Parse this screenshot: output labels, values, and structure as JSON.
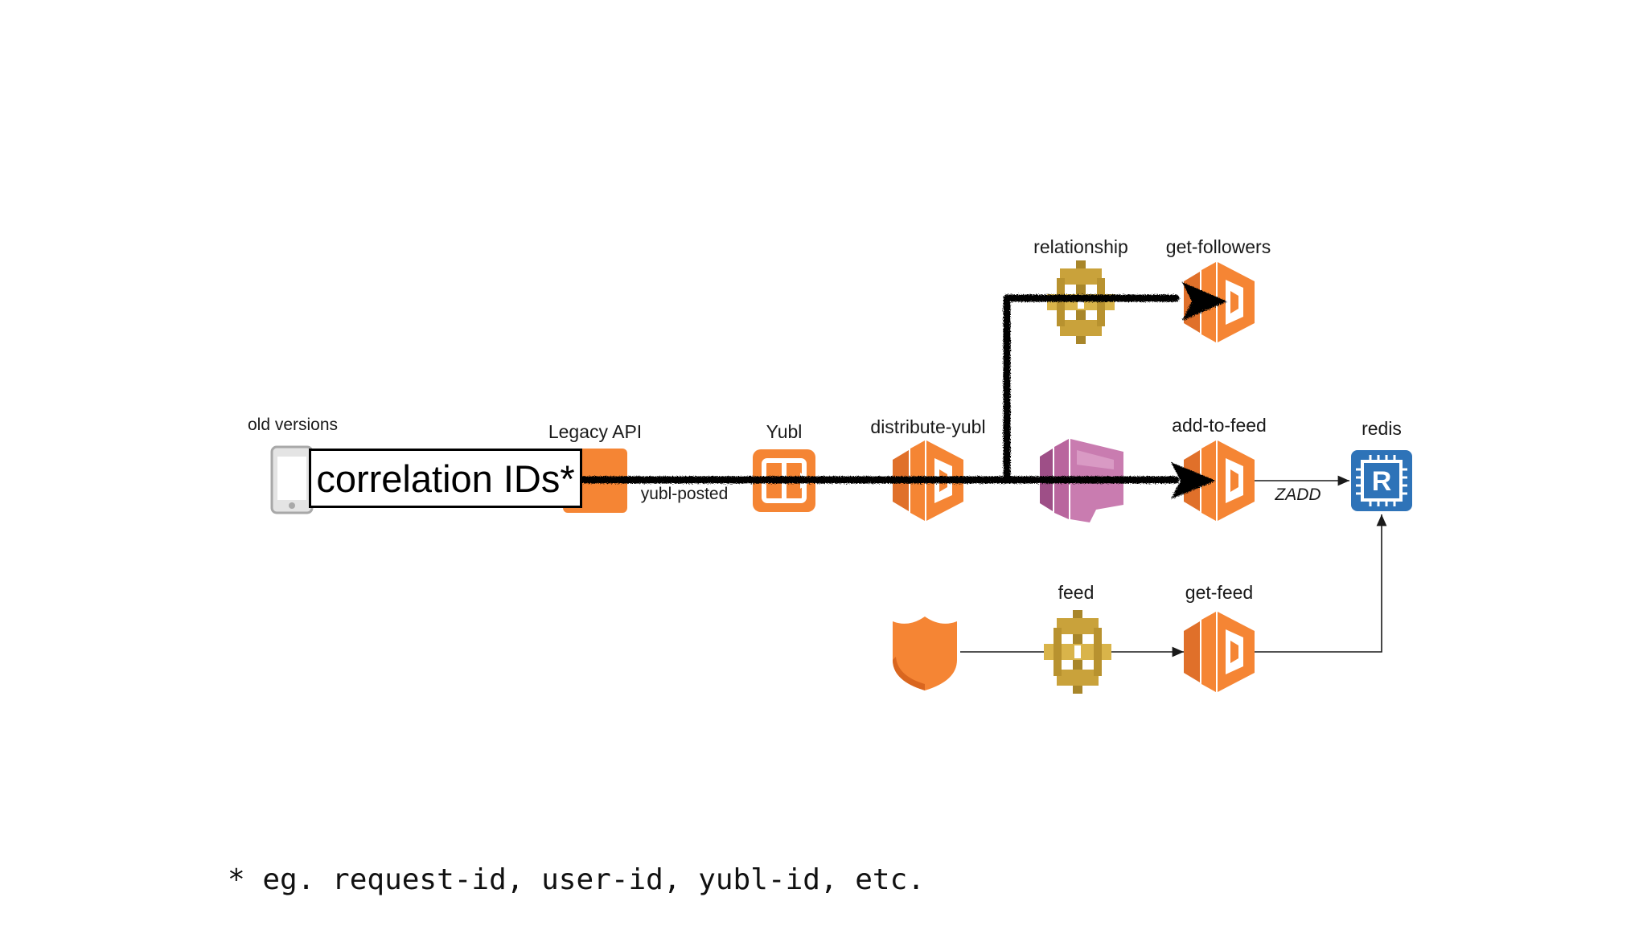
{
  "diagram": {
    "nodes": {
      "old_versions": "old versions",
      "legacy_api": "Legacy API",
      "yubl": "Yubl",
      "distribute_yubl": "distribute-yubl",
      "relationship": "relationship",
      "get_followers": "get-followers",
      "add_to_feed": "add-to-feed",
      "redis": "redis",
      "feed": "feed",
      "get_feed": "get-feed"
    },
    "edge_labels": {
      "yubl_posted": "yubl-posted",
      "zadd": "ZADD"
    },
    "callout": "correlation IDs*",
    "footnote": "* eg. request-id, user-id, yubl-id, etc.",
    "icons": {
      "lambda": "aws-lambda-icon",
      "api_gateway": "aws-api-gateway-icon",
      "kinesis": "aws-kinesis-icon",
      "shield": "shield-icon",
      "redis": "redis-icon",
      "phone": "phone-icon"
    },
    "colors": {
      "lambda_orange": "#F58534",
      "api_gateway_gold": "#C9A23B",
      "kinesis_pink": "#B9669E",
      "redis_blue": "#2E73B8",
      "phone_gray": "#BFBFBF",
      "scribble": "#000000"
    }
  }
}
